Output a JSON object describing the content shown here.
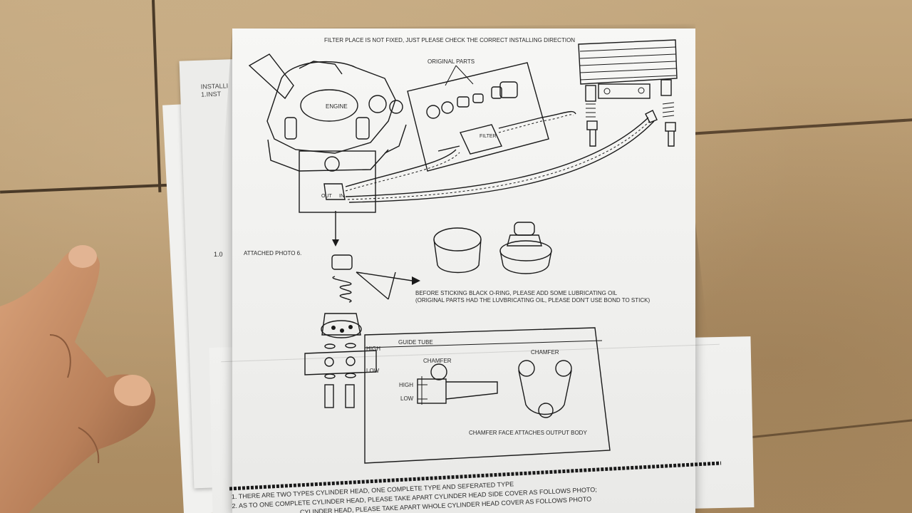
{
  "instructions": {
    "top_note": "FILTER PLACE IS NOT FIXED, JUST PLEASE CHECK THE CORRECT INSTALLING DIRECTION",
    "original_parts": "ORIGINAL PARTS",
    "engine": "ENGINE",
    "filter": "FILTER",
    "out": "OUT",
    "in": "IN",
    "attached_photo": "ATTACHED PHOTO 6.",
    "lubricate_note_1": "BEFORE STICKING BLACK O-RING, PLEASE ADD SOME LUBRICATING OIL",
    "lubricate_note_2": "(ORIGINAL PARTS HAD THE LUVBRICATING OIL, PLEASE DON'T USE BOND TO STICK)",
    "guide_tube": "GUIDE TUBE",
    "high": "HIGH",
    "low": "LOW",
    "chamfer": "CHAMFER",
    "chamfer_face": "CHAMFER FACE ATTACHES OUTPUT BODY",
    "list_1": "1. THERE ARE TWO TYPES CYLINDER HEAD, ONE COMPLETE TYPE AND SEFERATED TYPE",
    "list_2": "2. AS TO ONE COMPLETE CYLINDER HEAD, PLEASE TAKE APART CYLINDER HEAD SIDE COVER AS FOLLOWS PHOTO;",
    "list_3": "... CYLINDER HEAD, PLEASE TAKE APART WHOLE CYLINDER HEAD COVER AS FOLLOWS PHOTO"
  },
  "back_page": {
    "line_1": "INSTALLI",
    "line_2": "1.INST",
    "margin_mark": "1.0"
  },
  "colors": {
    "cardboard": "#b89a72",
    "paper": "#f4f4f2",
    "ink": "#1a1a1a",
    "skin": "#c98f66"
  }
}
